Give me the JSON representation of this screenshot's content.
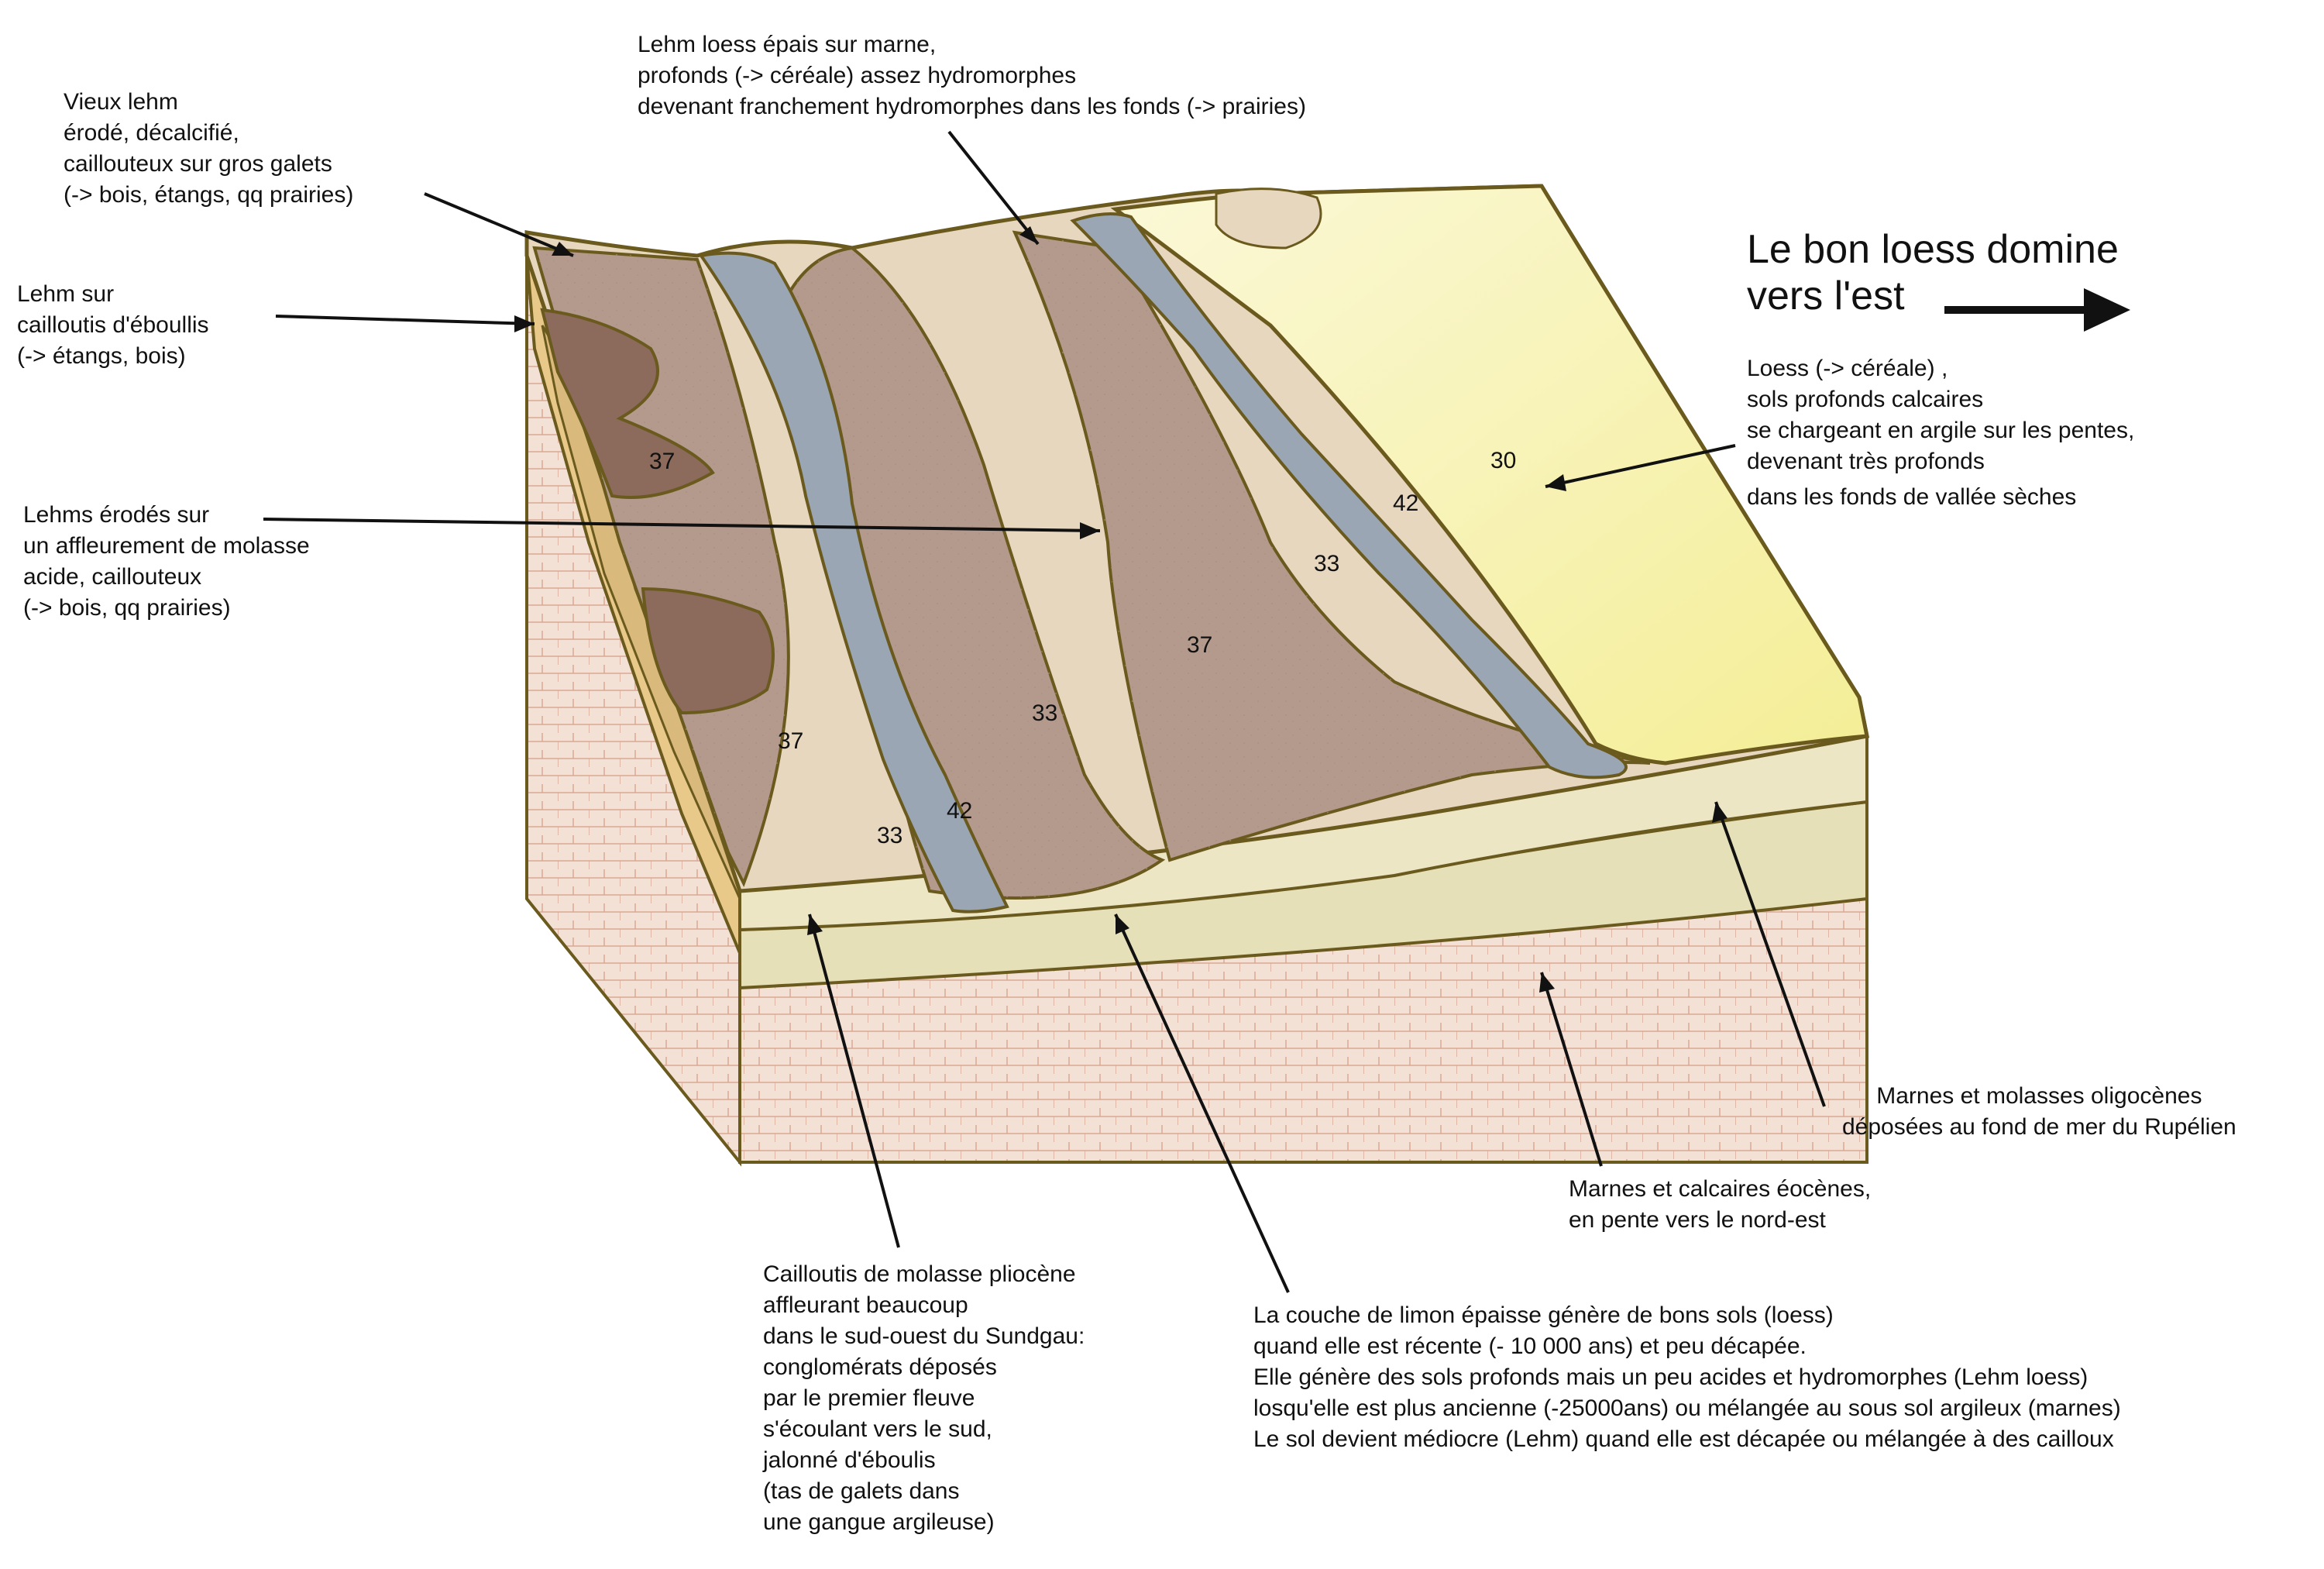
{
  "headline": {
    "lines": [
      "Le bon loess domine",
      "vers l'est"
    ]
  },
  "labels": {
    "vieux_lehm": [
      "Vieux lehm",
      "érodé, décalcifié,",
      "caillouteux sur gros galets",
      "(-> bois, étangs, qq prairies)"
    ],
    "lehm_eboulis": [
      "Lehm sur",
      "cailloutis d'éboullis",
      "(-> étangs, bois)"
    ],
    "lehms_erodes": [
      "Lehms érodés sur",
      "un affleurement de molasse",
      "acide, caillouteux",
      "(-> bois, qq prairies)"
    ],
    "lehm_loess": [
      "Lehm loess épais sur marne,",
      "profonds (-> céréale) assez hydromorphes",
      "devenant franchement hydromorphes dans les fonds (-> prairies)"
    ],
    "loess": [
      "Loess (-> céréale) ,",
      "sols profonds calcaires",
      "se chargeant en argile sur les pentes,",
      "devenant très profonds",
      "dans les fonds de vallée sèches"
    ],
    "marnes_oligo": [
      "Marnes et molasses oligocènes",
      "déposées au fond de mer du Rupélien"
    ],
    "marnes_eocene": [
      "Marnes et calcaires éocènes,",
      "en pente vers le nord-est"
    ],
    "cailloutis": [
      "Cailloutis de molasse pliocène",
      "affleurant beaucoup",
      "dans le sud-ouest du Sundgau:",
      "conglomérats déposés",
      "par le premier fleuve",
      "s'écoulant vers le sud,",
      "jalonné d'éboulis",
      "(tas de galets dans",
      "une gangue argileuse)"
    ],
    "limon": [
      "La couche de limon épaisse génère de bons sols (loess)",
      "quand elle est récente (- 10 000 ans) et peu décapée.",
      "Elle génère des sols profonds mais un peu acides et hydromorphes (Lehm loess)",
      "losqu'elle est plus ancienne (-25000ans) ou mélangée au sous sol argileux (marnes)",
      "Le sol devient médiocre (Lehm) quand elle est décapée ou mélangée à des cailloux"
    ]
  },
  "soil_codes": {
    "c37a": "37",
    "c37b": "37",
    "c37c": "37",
    "c33a": "33",
    "c33b": "33",
    "c33c": "33",
    "c42a": "42",
    "c42b": "42",
    "c30": "30"
  },
  "colors": {
    "outline": "#6b5a1e",
    "loess_yellow": "#f7f1a6",
    "lehm_loess_beige": "#e8d7bf",
    "lehm_brown": "#b49a8c",
    "lehm_dark": "#8c6a5c",
    "water_blue": "#9aa6b4",
    "marne_layer": "#e6e0b8",
    "eocene_pink": "#f2ddd0",
    "sand_band": "#d9b97c"
  }
}
